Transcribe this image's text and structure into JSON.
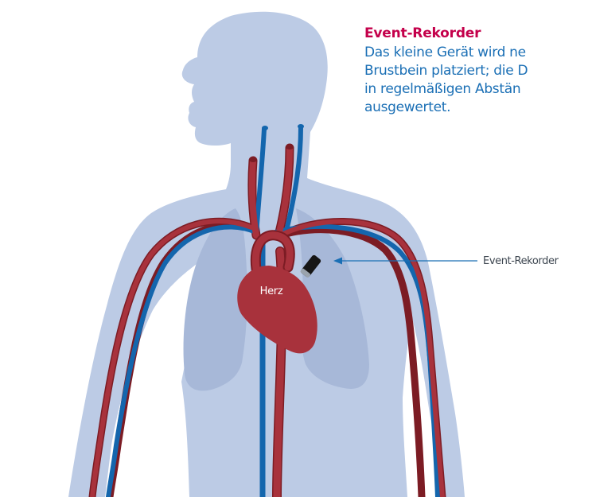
{
  "colors": {
    "accent_title": "#c4004b",
    "text_blue": "#1a6fb5",
    "label_dark": "#3d4650",
    "body_silhouette": "#bccbe5",
    "lungs": "#a7b8d8",
    "artery_red": "#a8323c",
    "artery_dark": "#7c1c24",
    "vein_blue": "#1466ad",
    "device_black": "#161616",
    "device_tip": "#9aa3ad"
  },
  "caption": {
    "title": "Event-Rekorder",
    "lines": [
      "Das kleine Gerät wird ne",
      "Brustbein platziert; die D",
      "in regelmäßigen Abstän",
      "ausgewertet."
    ]
  },
  "labels": {
    "device": "Event-Rekorder",
    "heart": "Herz"
  },
  "icons": {
    "device": "event-recorder-device-icon",
    "heart": "heart-icon"
  }
}
